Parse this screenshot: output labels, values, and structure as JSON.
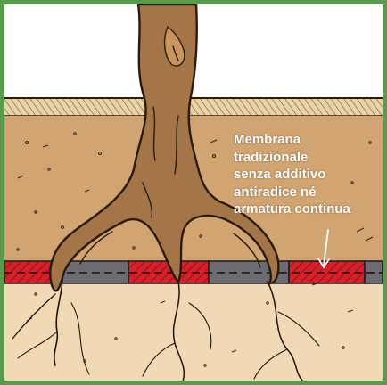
{
  "caption": {
    "lines": [
      "Membrana",
      "tradizionale",
      "senza additivo",
      "antiradice né",
      "armatura continua"
    ]
  },
  "colors": {
    "frame": "#5a9a4c",
    "sky": "#ffffff",
    "topsoil_band": "#e9d3a8",
    "soil": "#d0a572",
    "subsoil": "#f0d9b4",
    "trunk": "#a47547",
    "trunk_outline": "#2a1a0c",
    "membrane_red": "#d4212a",
    "membrane_gray": "#6d6b72",
    "caption_text": "#ffffff"
  },
  "icons": [
    "tree-trunk-illustration",
    "root-illustration",
    "pointer-arrow-icon"
  ]
}
